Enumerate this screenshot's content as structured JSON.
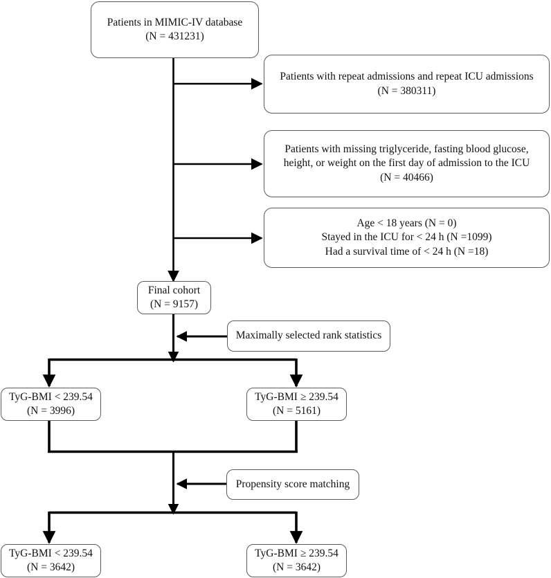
{
  "diagram": {
    "type": "patient-selection-flowchart",
    "nodes": {
      "source_cohort": {
        "line1": "Patients in MIMIC-IV database",
        "line2": "(N = 431231)"
      },
      "exclusion_repeat": {
        "line1": "Patients with repeat admissions and repeat ICU admissions",
        "line2": "(N = 380311)"
      },
      "exclusion_missing": {
        "line1": "Patients with missing triglyceride, fasting blood glucose,",
        "line2": "height, or weight on the first day of admission to the ICU",
        "line3": "(N = 40466)"
      },
      "exclusion_other": {
        "line1": "Age < 18 years  (N = 0)",
        "line2": "Stayed in the ICU for < 24 h  (N =1099)",
        "line3": "Had a survival time of < 24 h  (N =18)"
      },
      "final_cohort": {
        "line1": "Final cohort",
        "line2": "(N = 9157)"
      },
      "method_maxstat": {
        "line1": "Maximally selected rank statistics"
      },
      "group_low_pre": {
        "line1": "TyG-BMI < 239.54",
        "line2": "(N = 3996)"
      },
      "group_high_pre": {
        "line1": "TyG-BMI ≥ 239.54",
        "line2": "(N = 5161)"
      },
      "method_psm": {
        "line1": "Propensity score matching"
      },
      "group_low_post": {
        "line1": "TyG-BMI < 239.54",
        "line2": "(N = 3642)"
      },
      "group_high_post": {
        "line1": "TyG-BMI ≥ 239.54",
        "line2": "(N = 3642)"
      }
    },
    "colors": {
      "stroke": "#000000",
      "node_border": "#5a5a5a",
      "background": "#ffffff",
      "text": "#111111"
    }
  }
}
